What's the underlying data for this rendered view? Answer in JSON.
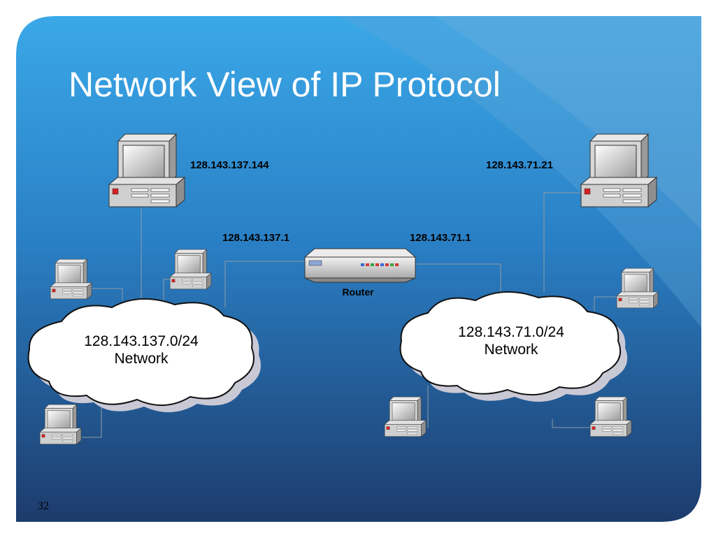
{
  "slide": {
    "title": "Network View of IP Protocol",
    "page_number": "32",
    "colors": {
      "background_top": "#3aa8e8",
      "background_bottom": "#1d3b6c",
      "border": "#ffffff",
      "cloud_fill": "#ffffff",
      "cloud_shadow": "#c9c9d6"
    }
  },
  "hosts": {
    "left_main_ip": "128.143.137.144",
    "right_main_ip": "128.143.71.21"
  },
  "router": {
    "label": "Router",
    "left_interface_ip": "128.143.137.1",
    "right_interface_ip": "128.143.71.1"
  },
  "networks": {
    "left": {
      "address": "128.143.137.0/24",
      "label": "Network"
    },
    "right": {
      "address": "128.143.71.0/24",
      "label": "Network"
    }
  }
}
